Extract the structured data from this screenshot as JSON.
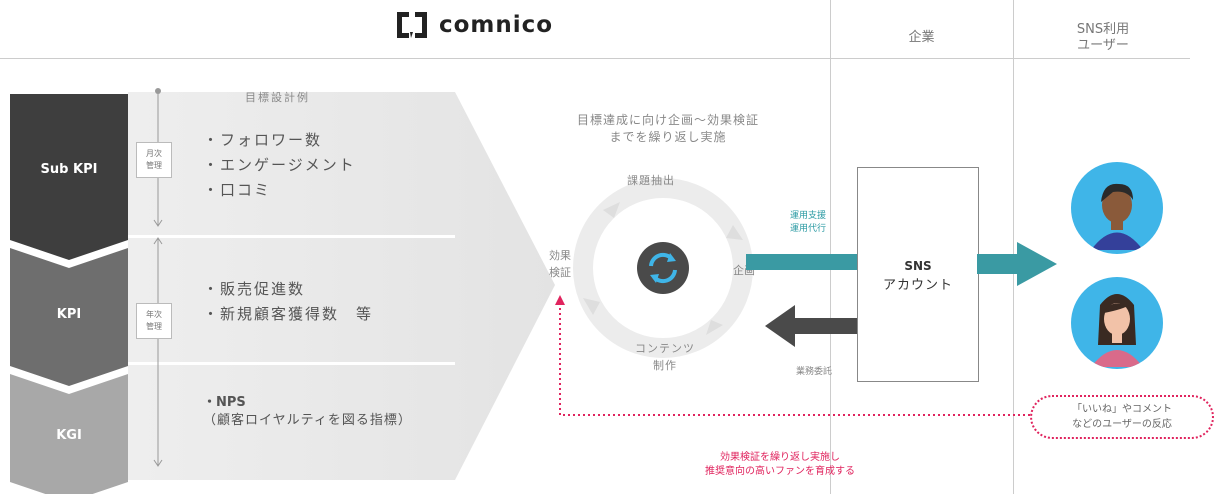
{
  "header": {
    "logo_text": "comnico",
    "col_company": "企業",
    "col_users_line1": "SNS利用",
    "col_users_line2": "ユーザー"
  },
  "left": {
    "example_title": "目標設計例",
    "bands": [
      {
        "label": "Sub KPI",
        "mgmt_line1": "月次",
        "mgmt_line2": "管理",
        "items": [
          "・フォロワー数",
          "・エンゲージメント",
          "・口コミ"
        ]
      },
      {
        "label": "KPI",
        "mgmt_line1": "年次",
        "mgmt_line2": "管理",
        "items": [
          "・販売促進数",
          "・新規顧客獲得数　等"
        ]
      },
      {
        "label": "KGI",
        "items": [
          "・NPS",
          "（顧客ロイヤルティを図る指標）"
        ]
      }
    ]
  },
  "cycle": {
    "caption_line1": "目標達成に向け企画〜効果検証",
    "caption_line2": "までを繰り返し実施",
    "top": "課題抽出",
    "right": "企画",
    "left_line1": "効果",
    "left_line2": "検証",
    "bottom_line1": "コンテンツ",
    "bottom_line2": "制作"
  },
  "flow": {
    "operation_line1": "運用支援",
    "operation_line2": "運用代行",
    "business": "業務委託",
    "sns_line1": "SNS",
    "sns_line2": "アカウント",
    "reaction_line1": "「いいね」やコメント",
    "reaction_line2": "などのユーザーの反応",
    "loop_line1": "効果検証を繰り返し実施し",
    "loop_line2": "推奨意向の高いファンを育成する"
  },
  "colors": {
    "teal": "#3a9aa3",
    "dark_arrow": "#4a4a4a",
    "pink": "#e0245e",
    "avatar_bg": "#3fb5e8"
  }
}
